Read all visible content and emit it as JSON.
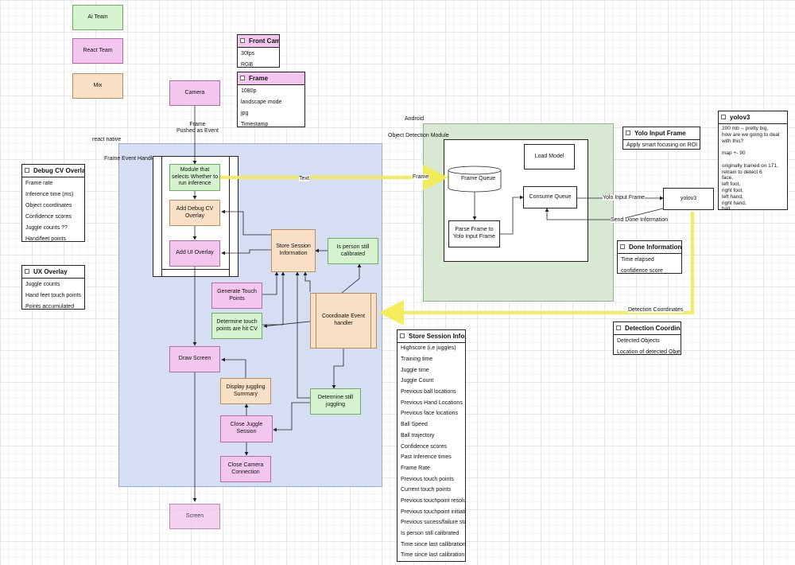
{
  "legend": {
    "ai": "Ai Team",
    "react": "React Team",
    "mix": "Mix"
  },
  "containers": {
    "react_native_label": "react native",
    "frame_event_handler_label": "Frame Event Handler",
    "android_label": "Android",
    "object_detection_label": "Object Detection Module"
  },
  "nodes": {
    "camera": "Camera",
    "frame_pushed": "Frame\nPushed as Event",
    "module_select": "Module that selects Whether to run inference",
    "add_debug": "Add Debug CV Overlay",
    "add_ui": "Add UI Overlay",
    "store_session": "Store Session Information",
    "is_person": "Is person still calibrated",
    "generate_touch": "Generate Touch Points",
    "determine_touch": "Determine touch points are hit CV",
    "coordinate_event": "Coordinate Event handler",
    "draw_screen": "Draw Screen",
    "display_summary": "Display juggling Summary",
    "determine_juggling": "Determine still juggling",
    "close_session": "Close Juggle Session",
    "close_camera": "Close Camera Connection",
    "screen": "Screen",
    "frame_queue": "Frame Queue",
    "load_model": "Load Model",
    "consume_queue": "Consume Queue",
    "parse_frame": "Parse Frame to Yolo Input Frame",
    "yolov3_node": "yolov3"
  },
  "edge_labels": {
    "text": "Text",
    "frame": "Frame",
    "yolo_input_frame": "Yolo Input Frame",
    "send_done": "Send Done Information",
    "detection_coords": "Detection Coordinates"
  },
  "cards": {
    "front_camera": {
      "title": "Front Camera",
      "rows": [
        "30fps",
        "RGB"
      ]
    },
    "frame": {
      "title": "Frame",
      "rows": [
        "1080p",
        "landscape mode",
        "jpg",
        "Timestamp"
      ]
    },
    "debug_cv": {
      "title": "Debug CV Overlay",
      "rows": [
        "Frame rate",
        "Inference time (ms)",
        "Object coordinates",
        "Confidence scores",
        "Juggle counts ??",
        "Hand/feet points"
      ]
    },
    "ux_overlay": {
      "title": "UX Overlay",
      "rows": [
        "Juggle counts",
        "Hand feet touch points",
        "Points accumulated"
      ]
    },
    "yolo_input": {
      "title": "Yolo Input Frame",
      "rows": [
        "Apply smart focusing on ROI"
      ]
    },
    "done_info": {
      "title": "Done Information",
      "rows": [
        "Time elapsed",
        "confidence score"
      ]
    },
    "detection": {
      "title": "Detection Coordinates",
      "rows": [
        "Detected Objects",
        "Location of detected Objects"
      ]
    },
    "yolov3": {
      "title": "yolov3",
      "text": "200 mb  -- pretty big,\nhow are we going to deal\nwith this?\n\nmap +- 90\n\noriginally trained on 171,\nretrain to detect 6\nface,\nleft foot,\nright foot,\nleft hand,\nright hand,\nball"
    },
    "store_session": {
      "title": "Store Session Information",
      "rows": [
        "Highscore (i.e juggles)",
        "Training time",
        "Juggle time",
        "Juggle Count",
        "Previous ball locations",
        "Previous Hand Locations",
        "Previous face locations",
        "Ball Speed",
        "Ball trajectory",
        "Confidence scores",
        "Past Inference times",
        "Frame Rate",
        "Previous touch points",
        "Current touch points",
        "Previous touchpoint resolution",
        "Previous touchpoint initiation",
        "Previous sucess/failure status",
        "Is person still calibrated",
        "Time since last callibration",
        "Time since last calibration"
      ]
    }
  },
  "colors": {
    "ai": "#d6f3d0",
    "react": "#f3c6ee",
    "mix": "#f7e0c6",
    "react_native_bg": "#d6def3",
    "android_bg": "#d9e8d2",
    "highlight_edge": "#f7f07a"
  }
}
